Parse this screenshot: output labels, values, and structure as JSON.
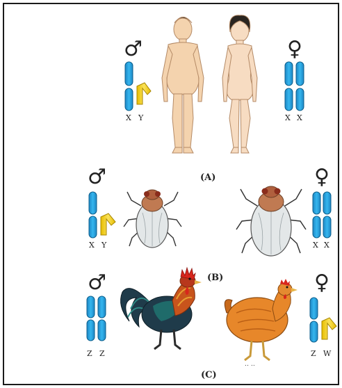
{
  "symbols": {
    "male": "♂",
    "female": "♀"
  },
  "panels": {
    "a": {
      "label": "(A)",
      "male": {
        "chromosomes": [
          "X",
          "Y"
        ]
      },
      "female": {
        "chromosomes": [
          "X",
          "X"
        ]
      }
    },
    "b": {
      "label": "(B)",
      "male": {
        "chromosomes": [
          "X",
          "Y"
        ]
      },
      "female": {
        "chromosomes": [
          "X",
          "X"
        ]
      }
    },
    "c": {
      "label": "(C)",
      "male": {
        "chromosomes": [
          "Z",
          "Z"
        ]
      },
      "female": {
        "chromosomes": [
          "Z",
          "W"
        ]
      }
    }
  },
  "colors": {
    "chromosome_blue": "#1aa3e0",
    "chromosome_yellow": "#f2cf0f",
    "skin": "#f4d3ae",
    "fly_body": "#d9dee0",
    "fly_head": "#b56c46",
    "rooster_body": "#1f3b4a",
    "rooster_comb": "#d8261c",
    "hen_body": "#e7872a"
  }
}
